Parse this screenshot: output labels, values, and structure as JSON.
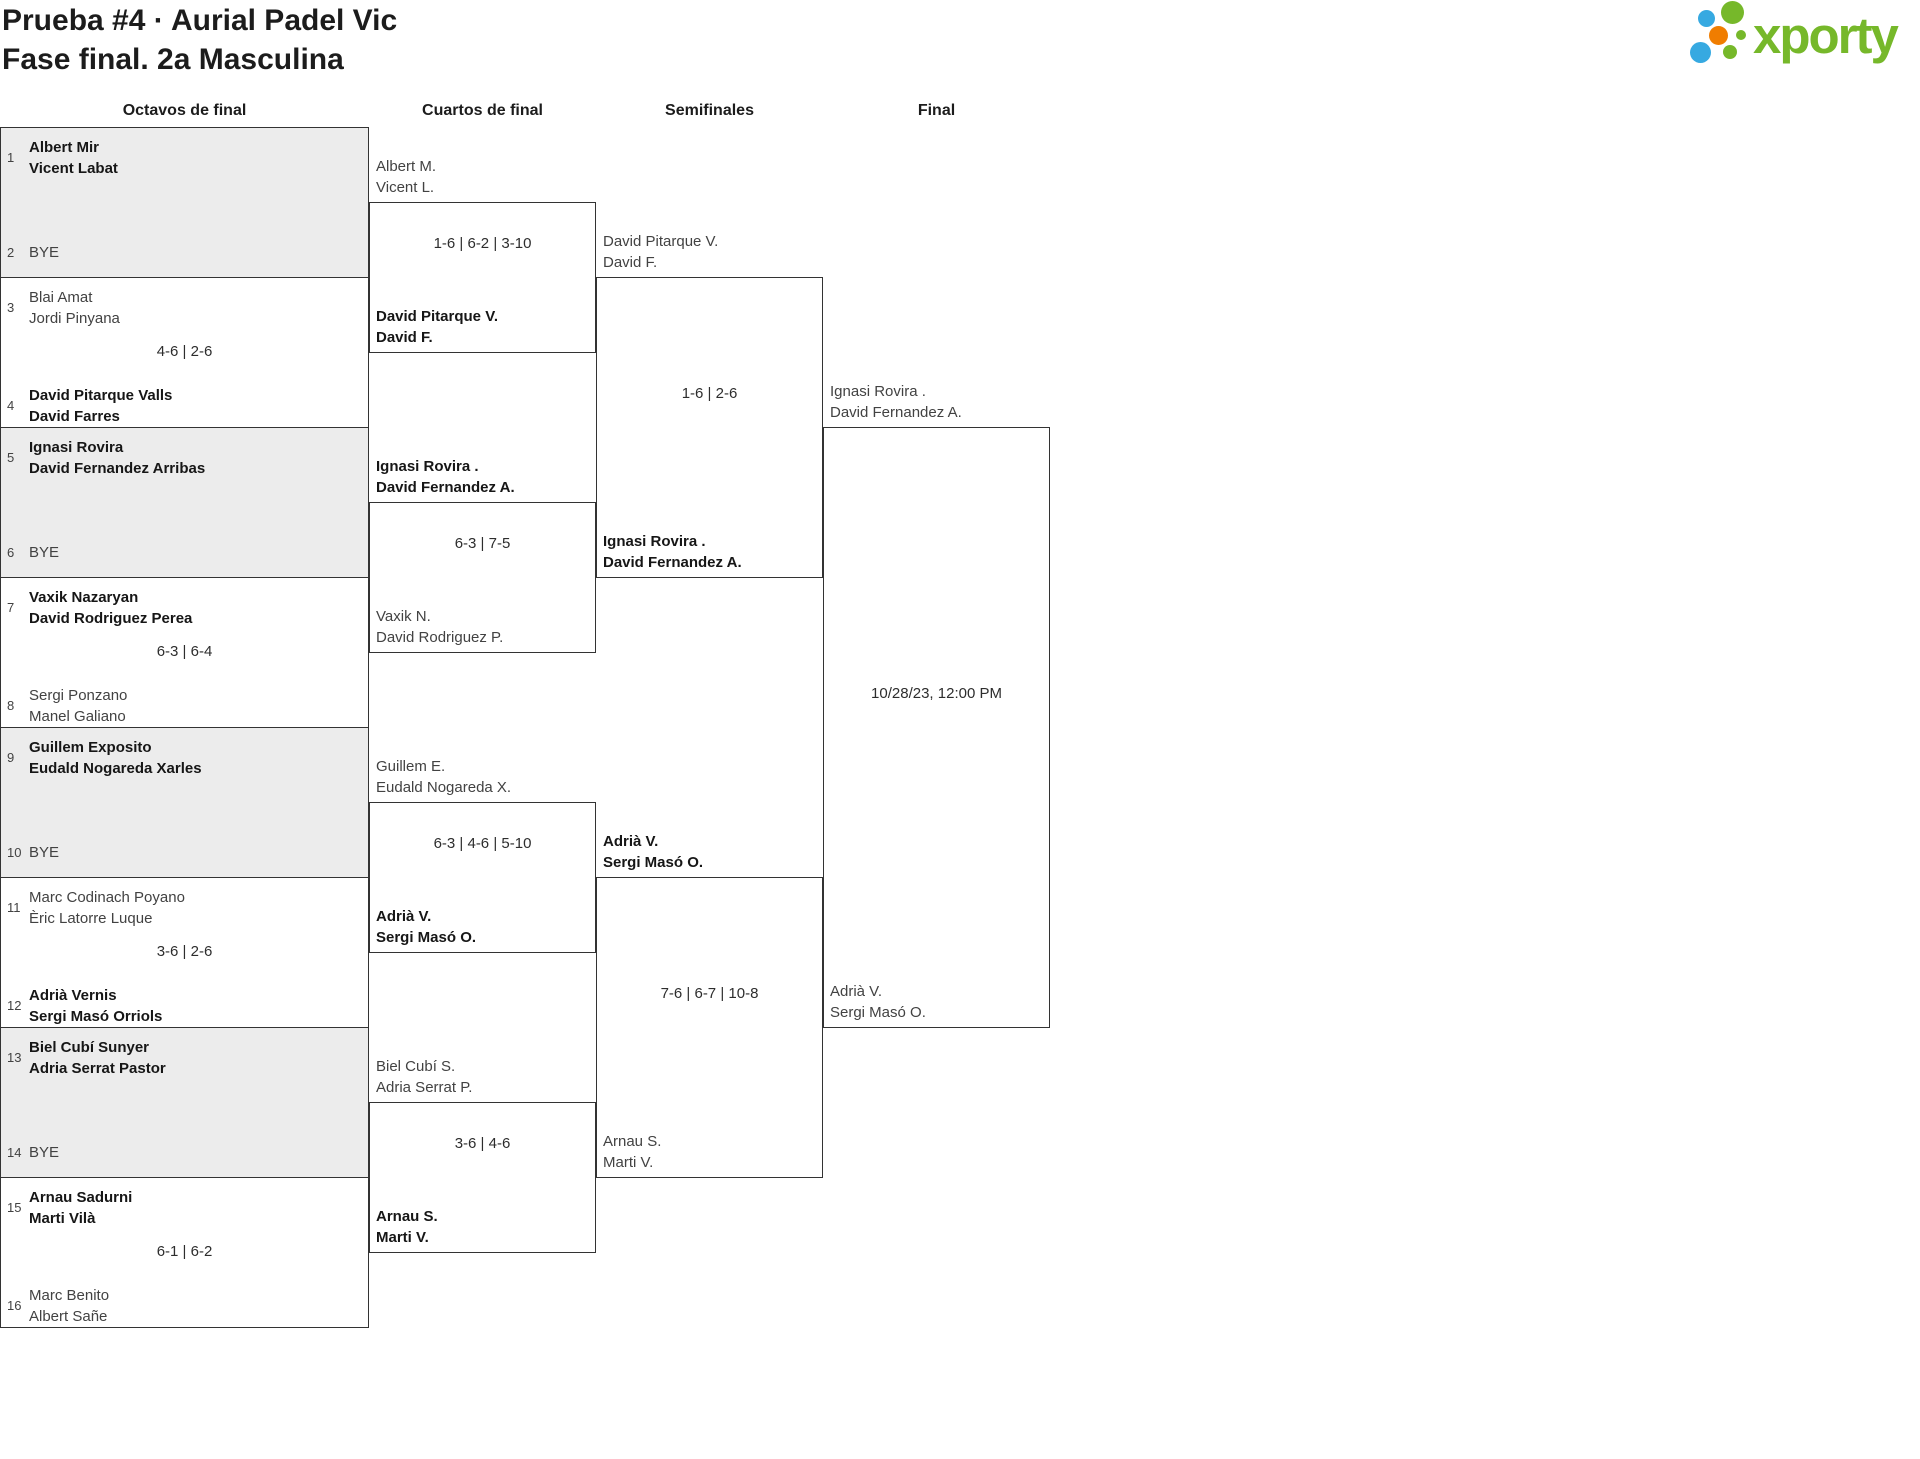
{
  "title": {
    "line1": "Prueba #4 · Aurial Padel Vic",
    "line2": "Fase final. 2a Masculina"
  },
  "logo": {
    "text": "xporty",
    "colors": {
      "green": "#76b82a",
      "blue": "#36a9e1",
      "orange": "#f07d00"
    }
  },
  "colors": {
    "bye_background": "#ececec",
    "box_border": "#333333",
    "winner_text": "#161616",
    "regular_text": "#424242"
  },
  "round_headers": [
    "Octavos de final",
    "Cuartos de final",
    "Semifinales",
    "Final"
  ],
  "octavos": [
    {
      "seed_a": "1",
      "team_a": [
        "Albert Mir",
        "Vicent Labat"
      ],
      "seed_b": "2",
      "bye": "BYE"
    },
    {
      "seed_a": "3",
      "team_a": [
        "Blai Amat",
        "Jordi Pinyana"
      ],
      "score": "4-6 | 2-6",
      "seed_b": "4",
      "team_b": [
        "David Pitarque Valls",
        "David Farres"
      ]
    },
    {
      "seed_a": "5",
      "team_a": [
        "Ignasi Rovira",
        "David Fernandez Arribas"
      ],
      "seed_b": "6",
      "bye": "BYE"
    },
    {
      "seed_a": "7",
      "team_a": [
        "Vaxik Nazaryan",
        "David Rodriguez Perea"
      ],
      "score": "6-3 | 6-4",
      "seed_b": "8",
      "team_b": [
        "Sergi Ponzano",
        "Manel Galiano"
      ]
    },
    {
      "seed_a": "9",
      "team_a": [
        "Guillem Exposito",
        "Eudald Nogareda Xarles"
      ],
      "seed_b": "10",
      "bye": "BYE"
    },
    {
      "seed_a": "11",
      "team_a": [
        "Marc Codinach Poyano",
        "Èric Latorre Luque"
      ],
      "score": "3-6 | 2-6",
      "seed_b": "12",
      "team_b": [
        "Adrià Vernis",
        "Sergi Masó Orriols"
      ]
    },
    {
      "seed_a": "13",
      "team_a": [
        "Biel Cubí Sunyer",
        "Adria Serrat Pastor"
      ],
      "seed_b": "14",
      "bye": "BYE"
    },
    {
      "seed_a": "15",
      "team_a": [
        "Arnau Sadurni",
        "Marti Vilà"
      ],
      "score": "6-1 | 6-2",
      "seed_b": "16",
      "team_b": [
        "Marc Benito",
        "Albert Sañe"
      ]
    }
  ],
  "cuartos": [
    {
      "team_a": [
        "Albert M.",
        "Vicent L."
      ],
      "score": "1-6 | 6-2 | 3-10",
      "team_b": [
        "David Pitarque V.",
        "David F."
      ]
    },
    {
      "team_a": [
        "Ignasi Rovira .",
        "David Fernandez A."
      ],
      "score": "6-3 | 7-5",
      "team_b": [
        "Vaxik N.",
        "David Rodriguez P."
      ]
    },
    {
      "team_a": [
        "Guillem E.",
        "Eudald Nogareda X."
      ],
      "score": "6-3 | 4-6 | 5-10",
      "team_b": [
        "Adrià V.",
        "Sergi Masó O."
      ]
    },
    {
      "team_a": [
        "Biel Cubí S.",
        "Adria Serrat P."
      ],
      "score": "3-6 | 4-6",
      "team_b": [
        "Arnau S.",
        "Marti V."
      ]
    }
  ],
  "semifinales": [
    {
      "team_a": [
        "David Pitarque V.",
        "David F."
      ],
      "score": "1-6 | 2-6",
      "team_b": [
        "Ignasi Rovira .",
        "David Fernandez A."
      ]
    },
    {
      "team_a": [
        "Adrià V.",
        "Sergi Masó O."
      ],
      "score": "7-6 | 6-7 | 10-8",
      "team_b": [
        "Arnau S.",
        "Marti V."
      ]
    }
  ],
  "final": {
    "team_a": [
      "Ignasi Rovira .",
      "David Fernandez A."
    ],
    "scheduled": "10/28/23, 12:00 PM",
    "team_b": [
      "Adrià V.",
      "Sergi Masó O."
    ]
  }
}
